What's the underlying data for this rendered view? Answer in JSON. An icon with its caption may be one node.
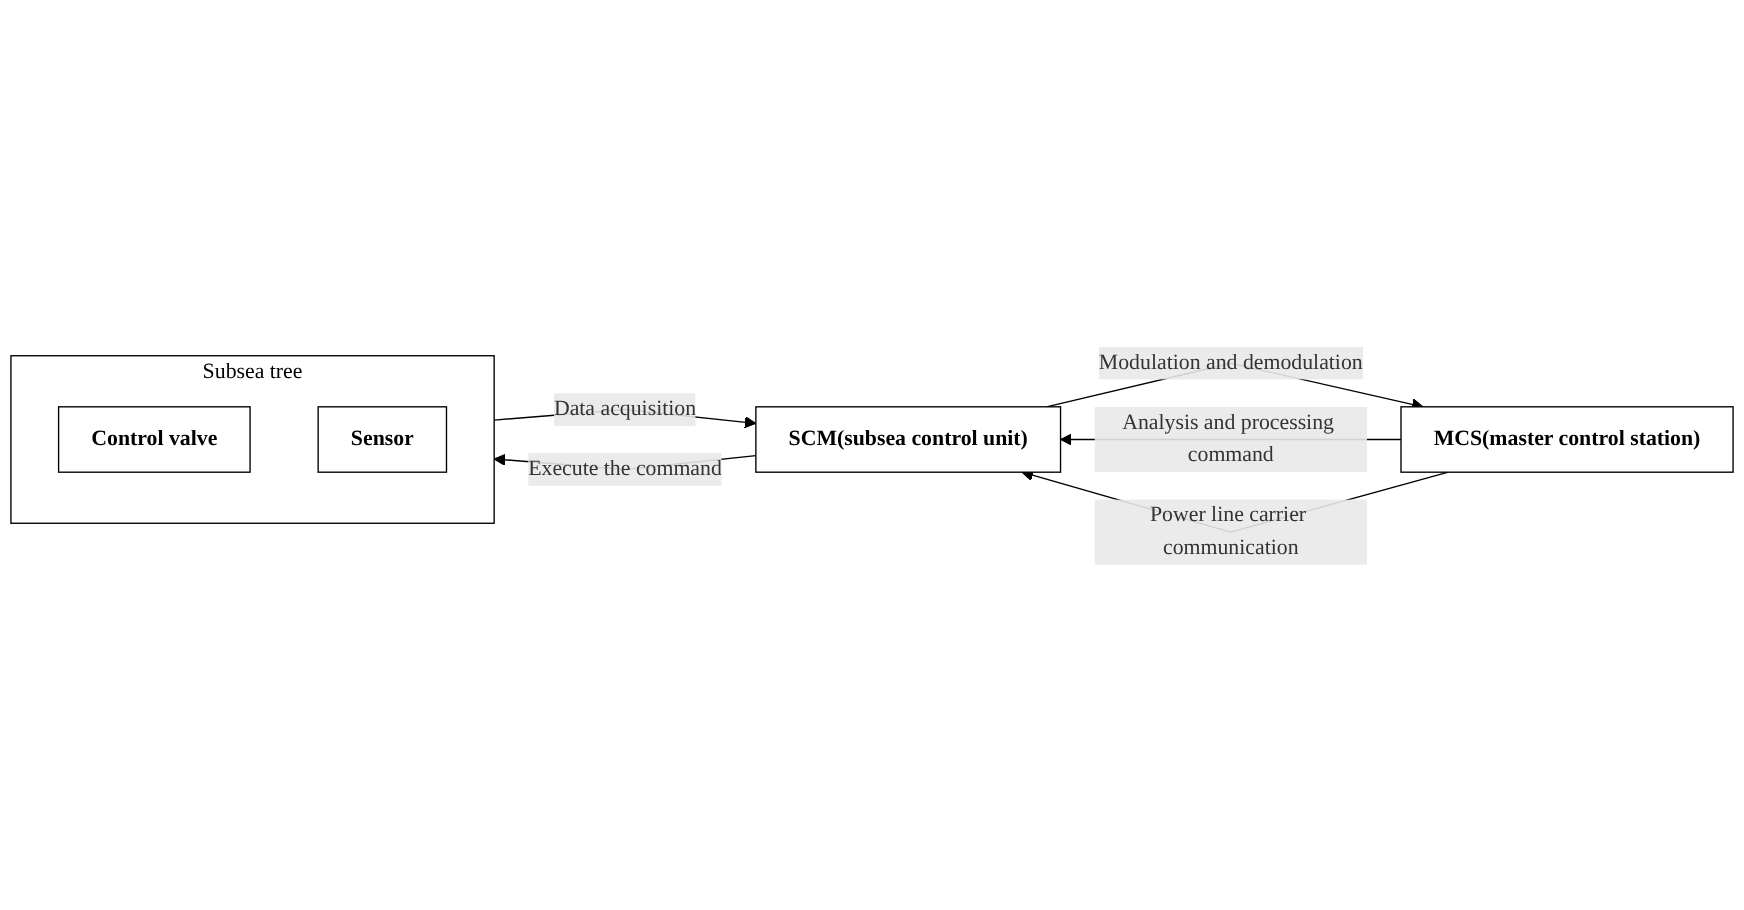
{
  "diagram": {
    "nodes": [
      {
        "text": [
          "Subsea tree"
        ]
      },
      {
        "text": [
          "Control valve"
        ],
        "in": 0
      },
      {
        "text": [
          "Sensor"
        ],
        "in": 0
      },
      {
        "text": [
          "SCM(subsea control unit)"
        ]
      },
      {
        "text": [
          "MCS(master control station)"
        ]
      }
    ],
    "edges": [
      {
        "from": 3,
        "to": 0,
        "arrow": "to",
        "label": "Execute the command"
      },
      {
        "from": 4,
        "to": 3,
        "arrow": "to",
        "label": "Analysis and processing command"
      },
      {
        "from": 4,
        "to": 3,
        "arrow": "to",
        "label": "Power line carrier communication"
      },
      {
        "from": 0,
        "to": 3,
        "arrow": "to",
        "label": "Data acquisition"
      },
      {
        "from": 3,
        "to": 4,
        "arrow": "to",
        "label": "Modulation and demodulation"
      }
    ]
  }
}
